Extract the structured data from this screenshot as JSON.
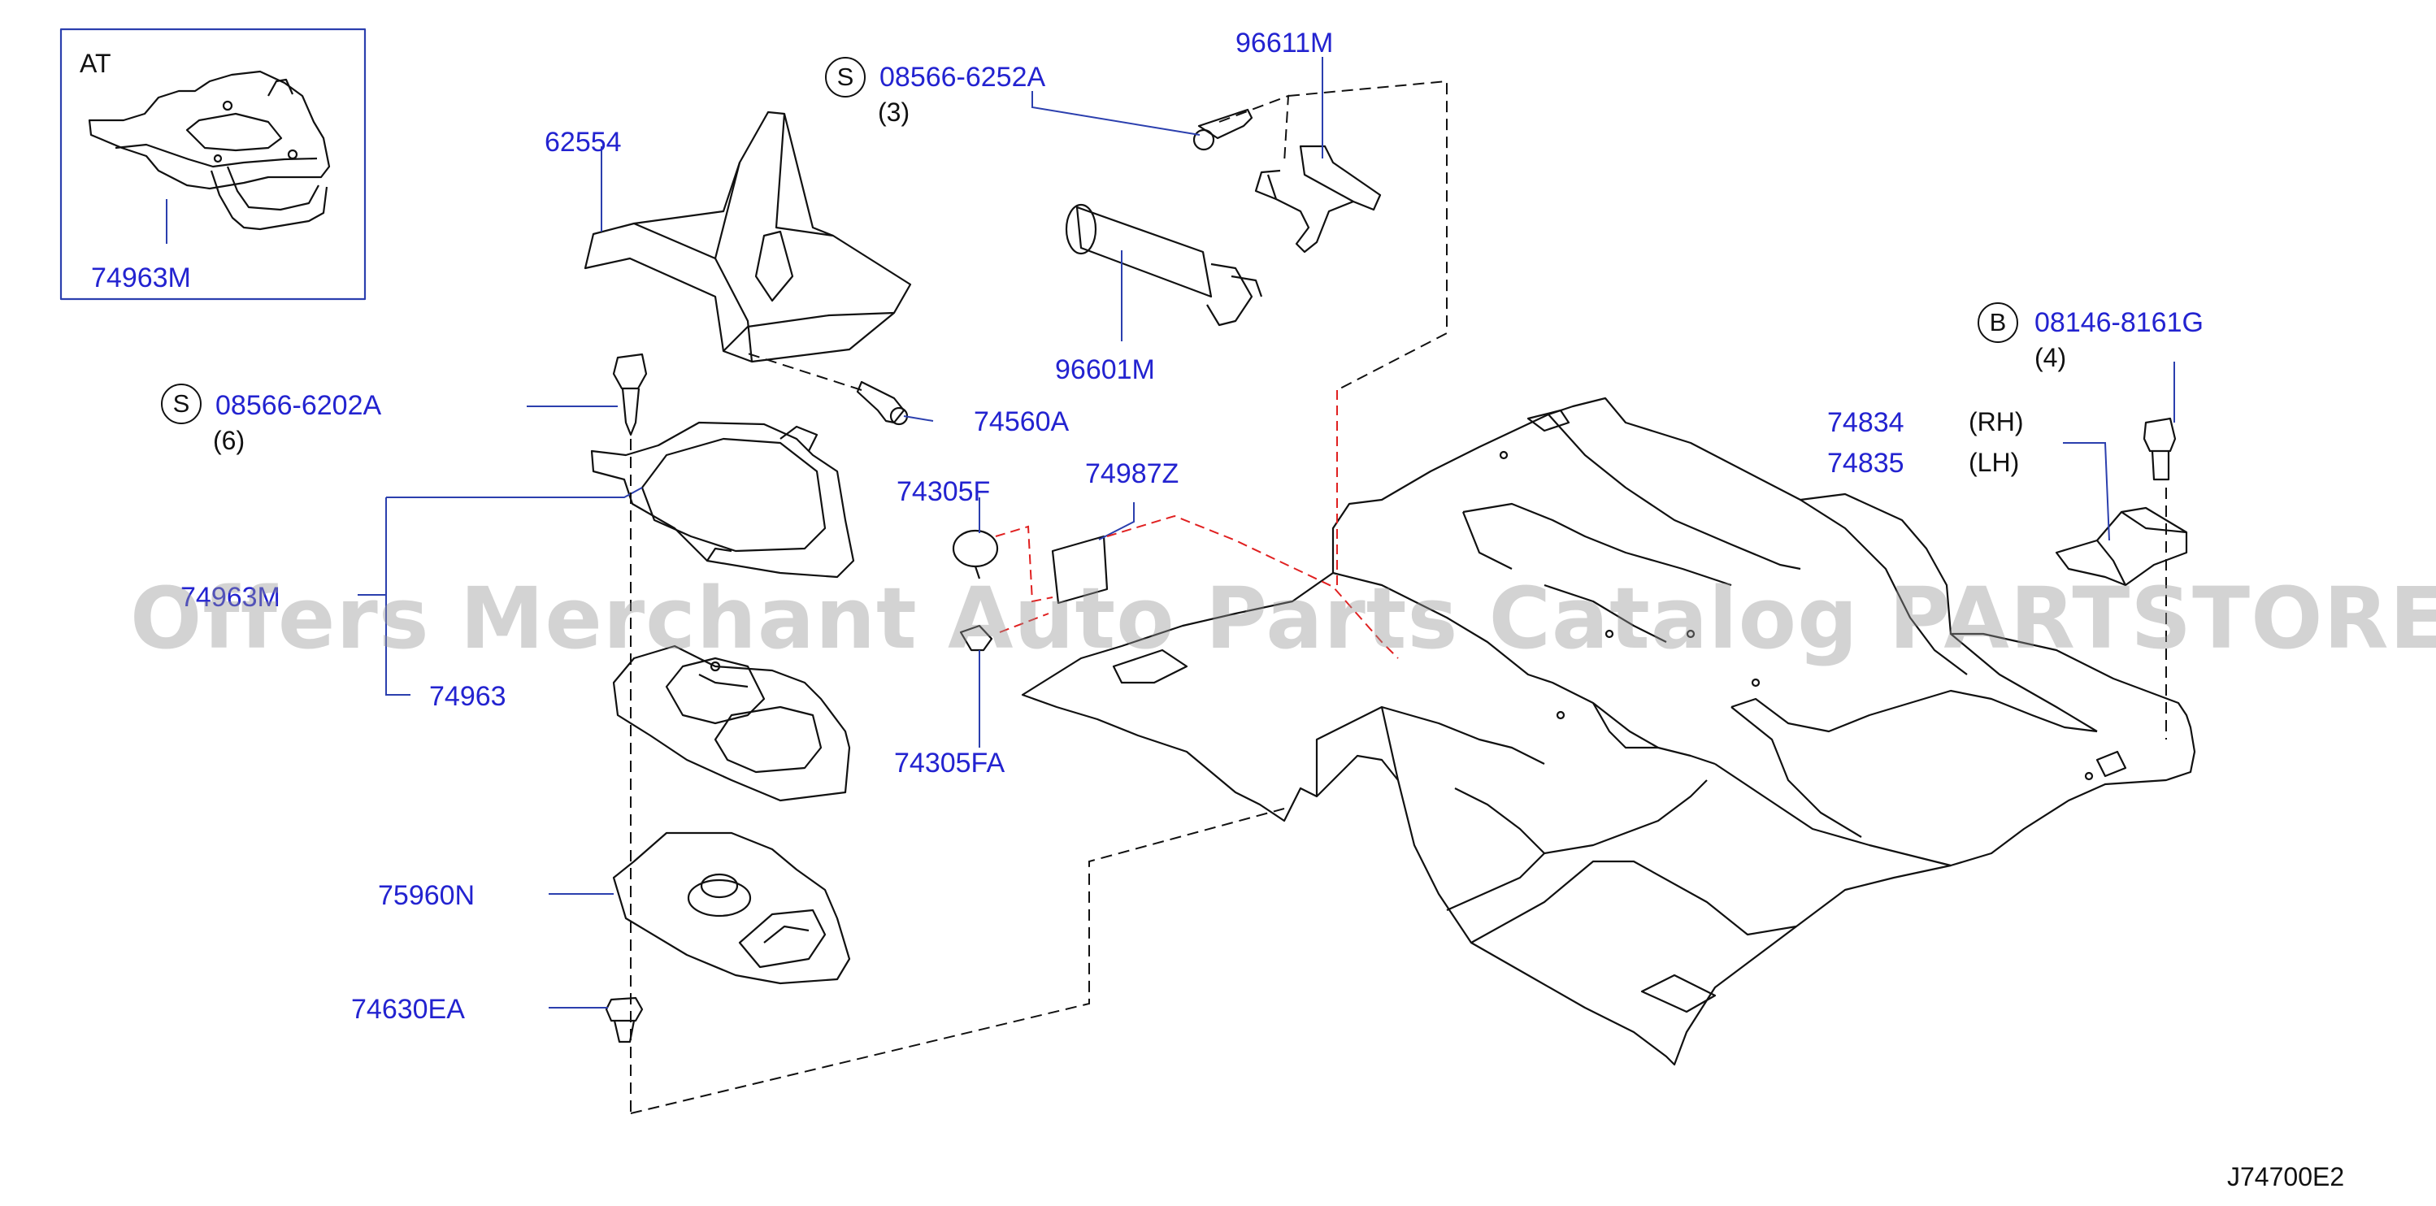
{
  "inset": {
    "label": "AT",
    "part": "74963M"
  },
  "fasteners": {
    "screw_top": {
      "symbol": "S",
      "part": "08566-6252A",
      "qty": "(3)"
    },
    "screw_left": {
      "symbol": "S",
      "part": "08566-6202A",
      "qty": "(6)"
    },
    "bolt_right": {
      "symbol": "B",
      "part": "08146-8161G",
      "qty": "(4)"
    }
  },
  "parts": {
    "p62554": "62554",
    "p96611M": "96611M",
    "p96601M": "96601M",
    "p74560A": "74560A",
    "p74305F": "74305F",
    "p74987Z": "74987Z",
    "p74305FA": "74305FA",
    "p74963M": "74963M",
    "p74963": "74963",
    "p75960N": "75960N",
    "p74630EA": "74630EA",
    "p74834": "74834",
    "p74835": "74835"
  },
  "side_labels": {
    "rh": "(RH)",
    "lh": "(LH)"
  },
  "watermark": "Offers Merchant Auto Parts Catalog PARTSTORE.SA",
  "diagram_code": "J74700E2"
}
